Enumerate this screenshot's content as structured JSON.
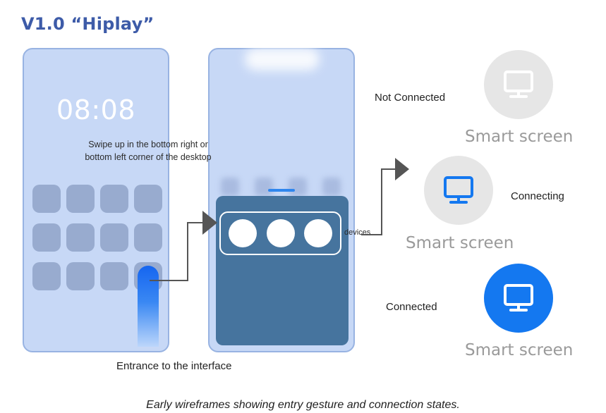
{
  "title": "V1.0 “Hiplay”",
  "lockscreen": {
    "clock": "08:08",
    "gesture_hint": "Swipe up in the bottom right or bottom left corner of the desktop"
  },
  "panel": {
    "devices_label": "devices",
    "device_count": 3
  },
  "entrance_caption": "Entrance to the interface",
  "states": [
    {
      "label": "Not Connected",
      "device_name": "Smart screen",
      "icon": "monitor-icon"
    },
    {
      "label": "Connecting",
      "device_name": "Smart screen",
      "icon": "monitor-icon"
    },
    {
      "label": "Connected",
      "device_name": "Smart screen",
      "icon": "monitor-icon"
    }
  ],
  "footer_caption": "Early wireframes showing entry gesture and connection states.",
  "colors": {
    "title": "#3d5ba8",
    "phone_bg": "#c7d8f6",
    "phone_border": "#98b3e2",
    "panel": "#46749e",
    "accent_blue": "#1478f0",
    "idle_gray": "#e6e6e6",
    "connector": "#555555"
  }
}
